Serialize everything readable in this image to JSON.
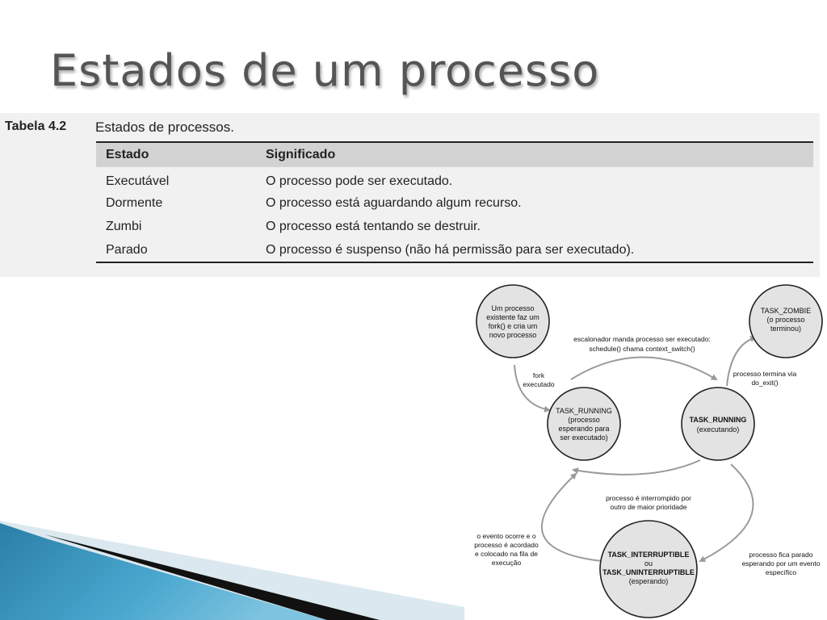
{
  "slide": {
    "title": "Estados de um processo"
  },
  "table": {
    "number": "Tabela 4.2",
    "caption": "Estados de processos.",
    "headers": [
      "Estado",
      "Significado"
    ],
    "rows": [
      [
        "Executável",
        "O processo pode ser executado."
      ],
      [
        "Dormente",
        "O processo está aguardando algum recurso."
      ],
      [
        "Zumbi",
        "O processo está tentando se destruir."
      ],
      [
        "Parado",
        "O processo é suspenso (não há permissão para ser executado)."
      ]
    ]
  },
  "diagram": {
    "nodes": {
      "fork": [
        "Um processo",
        "existente faz um",
        "fork() e cria um",
        "novo processo"
      ],
      "ready": [
        "TASK_RUNNING",
        "(processo",
        "esperando para",
        "ser executado)"
      ],
      "running": [
        "TASK_RUNNING",
        "(executando)"
      ],
      "zombie": [
        "TASK_ZOMBIE",
        "(o processo",
        "terminou)"
      ],
      "waiting": [
        "TASK_INTERRUPTIBLE",
        "ou",
        "TASK_UNINTERRUPTIBLE",
        "(esperando)"
      ]
    },
    "labels": {
      "scheduler": [
        "escalonador manda processo ser executado:",
        "schedule() chama context_switch()"
      ],
      "fork_exec": [
        "fork",
        "executado"
      ],
      "exit": [
        "processo termina via",
        "do_exit()"
      ],
      "preempt": [
        "processo é interrompido por",
        "outro de maior prioridade"
      ],
      "event": [
        "o evento ocorre e o",
        "processo é acordado",
        "e colocado na fila de",
        "execução"
      ],
      "sleep": [
        "processo fica parado",
        "esperando por um evento",
        "específico"
      ]
    }
  }
}
